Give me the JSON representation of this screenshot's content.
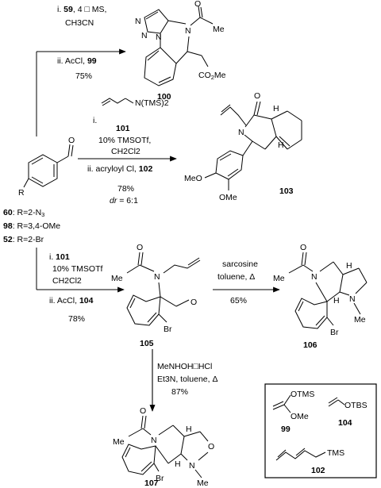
{
  "compounds": {
    "c100": "100",
    "c103": "103",
    "c105": "105",
    "c106": "106",
    "c107": "107",
    "c99": "99",
    "c104": "104",
    "c102": "102"
  },
  "starting_material": {
    "entries": [
      {
        "num": "60",
        "rest": ": R=2-N",
        "sub": "3"
      },
      {
        "num": "98",
        "rest": ": R=3,4-OMe",
        "sub": ""
      },
      {
        "num": "52",
        "rest": ": R=2-Br",
        "sub": ""
      }
    ],
    "r_label": "R",
    "o_label": "O"
  },
  "step_to_100": {
    "line1_pre": "i. ",
    "line1_num": "59",
    "line1_post": ", 4 □ MS,",
    "line2": "CH3CN",
    "line3_pre": "ii. AcCl, ",
    "line3_num": "99",
    "yield": "75%"
  },
  "step_to_103": {
    "reagent_label": "N(TMS)2",
    "reagent_pre": "i.",
    "reagent_num": "101",
    "catalyst": "10% TMSOTf,",
    "solvent": "CH2Cl2",
    "line_ii_pre": "ii. acryloyl Cl, ",
    "line_ii_num": "102",
    "yield": "78%",
    "dr_label": "dr",
    "dr_value": " = 6:1"
  },
  "step_to_105": {
    "line1_pre": "i. ",
    "line1_num": "101",
    "line2": "10% TMSOTf",
    "line3": "CH2Cl2",
    "line4_pre": "ii. AcCl, ",
    "line4_num": "104",
    "yield": "78%"
  },
  "step_to_106": {
    "line1": "sarcosine",
    "line2": "toluene, Δ",
    "yield": "65%"
  },
  "step_to_107": {
    "line1": "MeNHOH□HCl",
    "line2": "Et3N, toluene, Δ",
    "yield": "87%"
  },
  "atoms": {
    "N": "N",
    "O": "O",
    "Me": "Me",
    "OMe": "OMe",
    "Br": "Br",
    "H": "H",
    "CO2Me": "CO2Me",
    "MeO": "MeO",
    "OTMS": "OTMS",
    "OTBS": "OTBS",
    "TMS": "TMS"
  }
}
